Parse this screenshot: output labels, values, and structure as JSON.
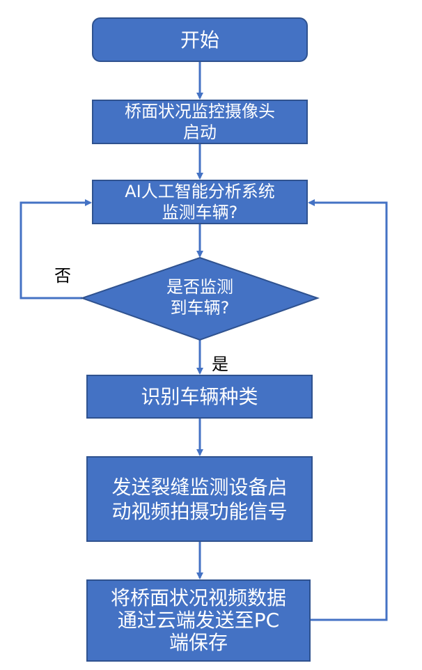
{
  "nodes": {
    "start": "开始",
    "camera_line1": "桥面状况监控摄像头",
    "camera_line2": "启动",
    "ai_line1": "AI人工智能分析系统",
    "ai_line2": "监测车辆?",
    "decision_line1": "是否监测",
    "decision_line2": "到车辆?",
    "identify": "识别车辆种类",
    "send_line1": "发送裂缝监测设备启",
    "send_line2": "动视频拍摄功能信号",
    "save_line1": "将桥面状况视频数据",
    "save_line2": "通过云端发送至PC",
    "save_line3": "端保存"
  },
  "labels": {
    "no": "否",
    "yes": "是"
  },
  "colors": {
    "box_fill": "#4472c4",
    "box_border": "#2f528f",
    "connector": "#4472c4"
  }
}
